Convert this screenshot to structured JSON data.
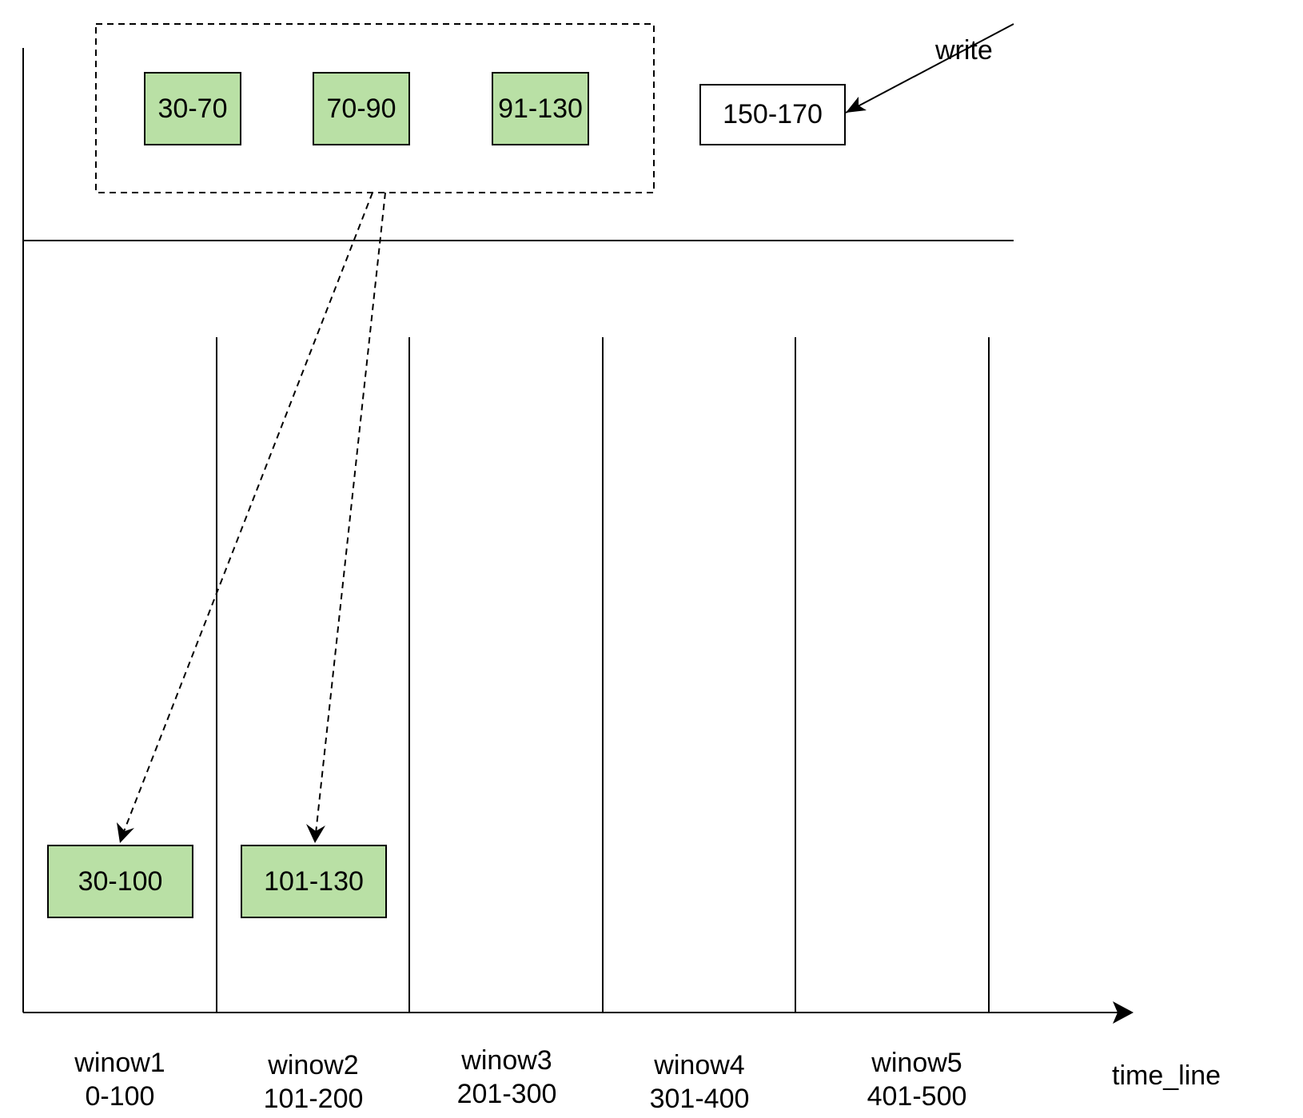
{
  "buffer": {
    "segments": [
      "30-70",
      "70-90",
      "91-130"
    ],
    "incoming": "150-170",
    "write_label": "write"
  },
  "windows": [
    {
      "name": "winow1",
      "range": "0-100"
    },
    {
      "name": "winow2",
      "range": "101-200"
    },
    {
      "name": "winow3",
      "range": "201-300"
    },
    {
      "name": "winow4",
      "range": "301-400"
    },
    {
      "name": "winow5",
      "range": "401-500"
    }
  ],
  "flushed": [
    "30-100",
    "101-130"
  ],
  "axis_label": "time_line",
  "colors": {
    "segment_fill": "#b9e0a5",
    "stroke": "#000000"
  }
}
